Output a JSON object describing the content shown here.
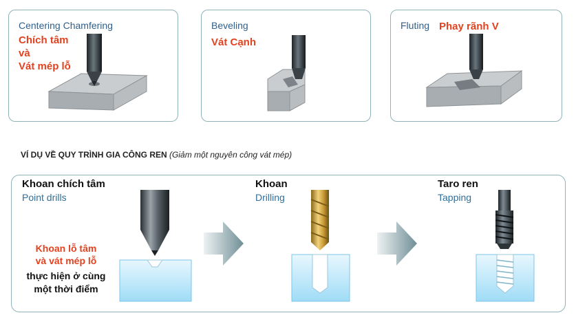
{
  "cards": [
    {
      "en": "Centering  Chamfering",
      "vn_lines": [
        "Chích tâm",
        "và",
        "Vát mép lỗ"
      ]
    },
    {
      "en": "Beveling",
      "vn_lines": [
        "Vát Cạnh"
      ]
    },
    {
      "en": "Fluting",
      "vn_lines": [
        "Phay rãnh V"
      ]
    }
  ],
  "section_title": "VÍ DỤ VỀ QUY TRÌNH GIA CÔNG REN",
  "section_subtitle": "(Giảm một nguyên công vát mép)",
  "steps": [
    {
      "vn": "Khoan chích tâm",
      "en": "Point drills"
    },
    {
      "vn": "Khoan",
      "en": "Drilling"
    },
    {
      "vn": "Taro ren",
      "en": "Tapping"
    }
  ],
  "note_red": [
    "Khoan lỗ tâm",
    "và vát mép lỗ"
  ],
  "note_black": [
    "thực hiện ở cùng",
    "một thời điểm"
  ],
  "colors": {
    "accent_red": "#e2421f",
    "label_blue": "#2f5f8a",
    "border": "#8fb3b8"
  }
}
